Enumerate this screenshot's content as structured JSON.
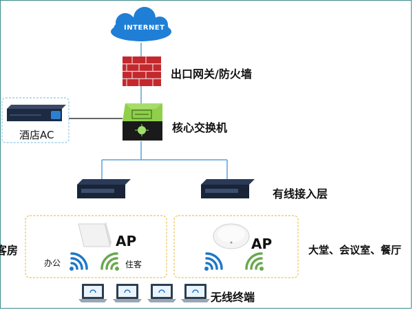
{
  "nodes": {
    "internet": "INTERNET",
    "firewall": "出口网关/防火墙",
    "core": "核心交换机",
    "ac": "酒店AC",
    "access": "有线接入层",
    "wireless": "无线终端"
  },
  "zones": {
    "left": {
      "label": "客房",
      "ap": "AP",
      "office": "办公",
      "stay": "住客"
    },
    "right": {
      "label": "大堂、会议室、餐厅",
      "ap": "AP"
    }
  },
  "colors": {
    "cloud": "#1f7fd6",
    "firewall": "#c4282d",
    "core": "#7fbf3a",
    "line": "#5a9fd8",
    "zone_border": "#e8c453",
    "ac_border": "#8fc7e8",
    "wifi_blue": "#1f78c8",
    "wifi_green": "#6aa84f"
  }
}
